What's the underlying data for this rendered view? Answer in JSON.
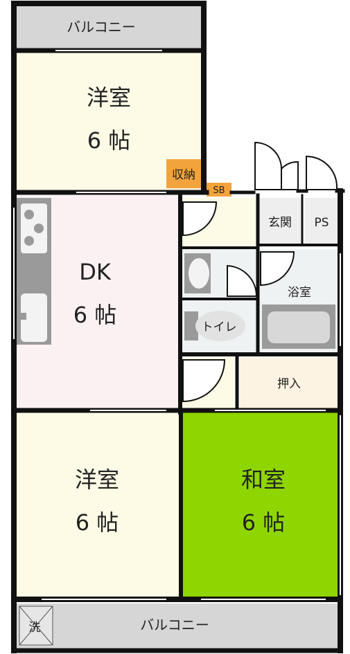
{
  "rooms": {
    "balcony_top": {
      "label": "バルコニー"
    },
    "western_top": {
      "name": "洋室",
      "size": "6 帖"
    },
    "storage_top": {
      "label": "収納"
    },
    "sb": {
      "label": "SB"
    },
    "dk": {
      "name": "DK",
      "size": "6 帖"
    },
    "entrance": {
      "label": "玄関"
    },
    "ps": {
      "label": "PS"
    },
    "bath": {
      "label": "浴室"
    },
    "toilet": {
      "label": "トイレ"
    },
    "closet": {
      "label": "押入"
    },
    "western_bottom": {
      "name": "洋室",
      "size": "6 帖"
    },
    "japanese": {
      "name": "和室",
      "size": "6 帖"
    },
    "balcony_bottom": {
      "label": "バルコニー"
    },
    "washer": {
      "label": "洗"
    }
  },
  "colors": {
    "wall": "#111111",
    "balcony": "#d6d6d6",
    "western": "#fdfbe6",
    "dk": "#fbf1f3",
    "japanese": "#8fd600",
    "closet": "#fdf3e3",
    "storage_badge": "#f3a33c",
    "utility": "#eeeeee",
    "wet": "#eef2f3",
    "fixture": "#9a9a9a"
  }
}
